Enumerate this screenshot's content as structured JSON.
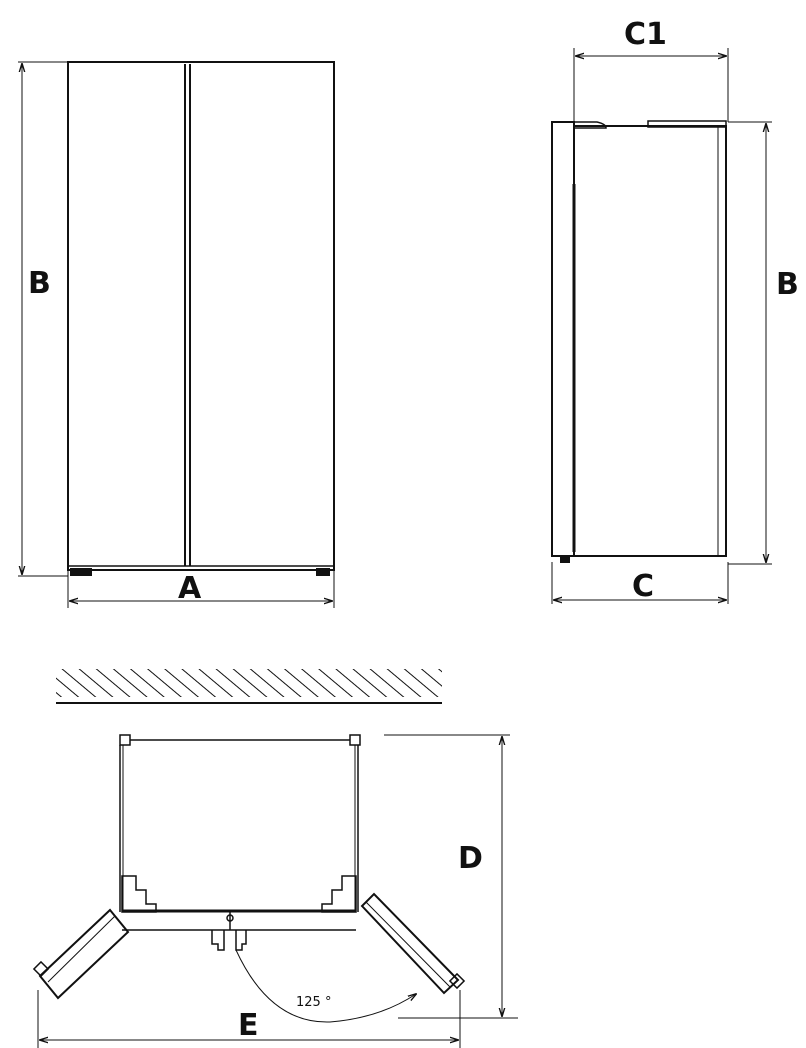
{
  "labels": {
    "front_width": "A",
    "front_height": "B",
    "side_depth_top": "C1",
    "side_height": "B",
    "side_depth_bottom": "C",
    "plan_depth": "D",
    "plan_width_open": "E",
    "door_angle": "125 °"
  }
}
